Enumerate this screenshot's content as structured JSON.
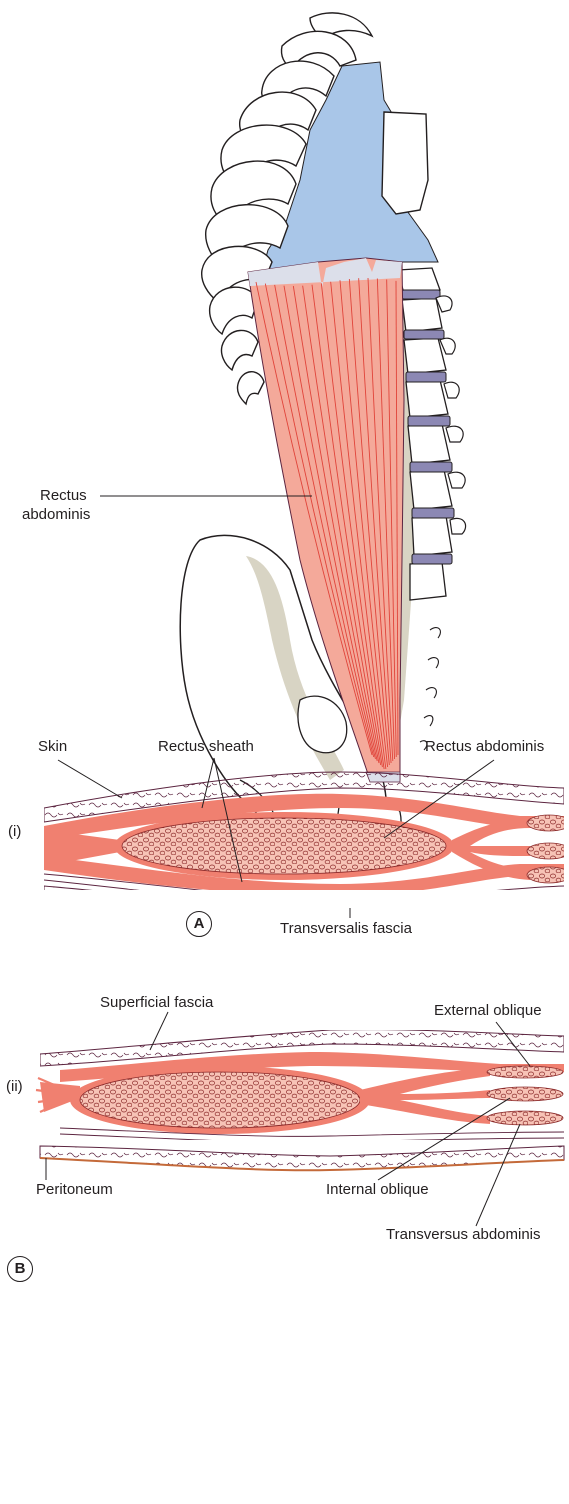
{
  "panel_a": {
    "muscle_label_line1": "Rectus",
    "muscle_label_line2": "abdominis",
    "panel_letter": "A"
  },
  "panel_b": {
    "panel_letter": "B",
    "section_i_label": "(i)",
    "section_ii_label": "(ii)",
    "labels": {
      "skin": "Skin",
      "rectus_sheath": "Rectus sheath",
      "rectus_abdominis": "Rectus abdominis",
      "transversalis_fascia": "Transversalis fascia",
      "superficial_fascia": "Superficial fascia",
      "external_oblique": "External oblique",
      "peritoneum": "Peritoneum",
      "internal_oblique": "Internal oblique",
      "transversus_abdominis": "Transversus abdominis"
    }
  },
  "colors": {
    "muscle": "#f4a99a",
    "muscle_fiber": "#e0443a",
    "sheath": "#f08070",
    "cartilage": "#a9c6e8",
    "disc": "#8c88b4",
    "bone_outline": "#231f20",
    "bone_shadow": "#d8d4c4",
    "fascia_line": "#5c2540"
  }
}
